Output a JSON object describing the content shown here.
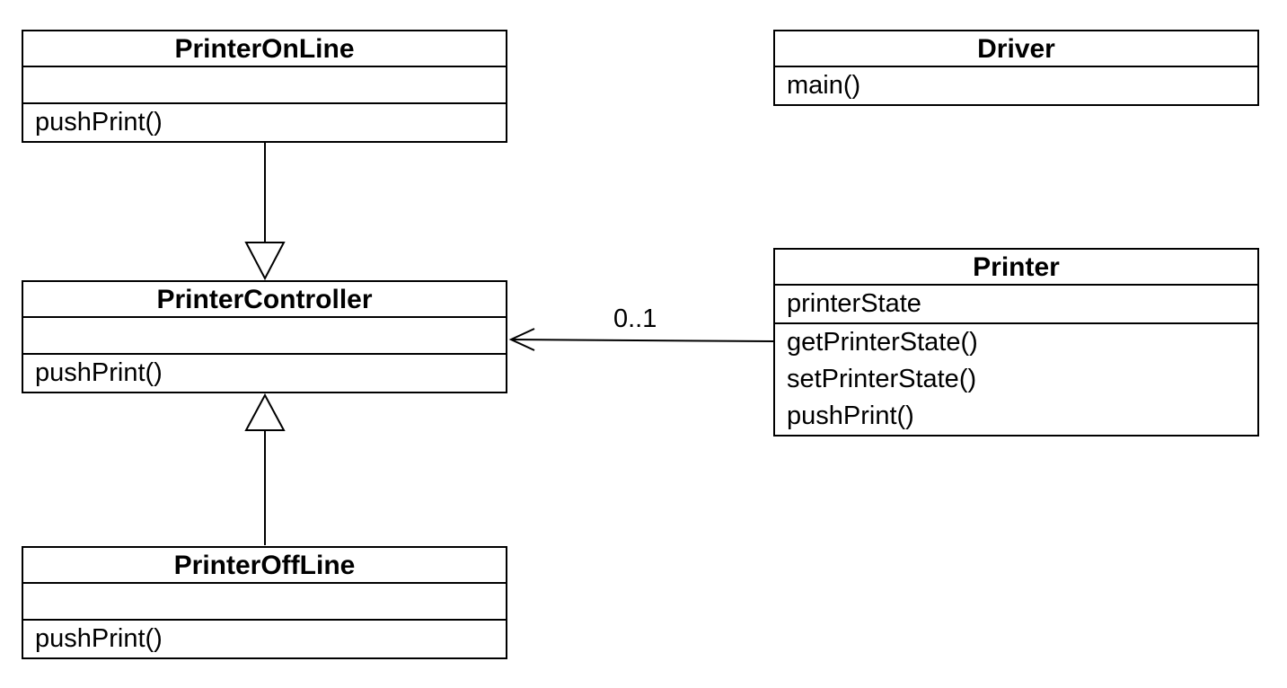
{
  "classes": {
    "printer_on_line": {
      "name": "PrinterOnLine",
      "attributes": [],
      "methods": [
        "pushPrint()"
      ]
    },
    "printer_controller": {
      "name": "PrinterController",
      "attributes": [],
      "methods": [
        "pushPrint()"
      ]
    },
    "printer_off_line": {
      "name": "PrinterOffLine",
      "attributes": [],
      "methods": [
        "pushPrint()"
      ]
    },
    "driver": {
      "name": "Driver",
      "methods": [
        "main()"
      ]
    },
    "printer": {
      "name": "Printer",
      "attributes": [
        "printerState"
      ],
      "methods": [
        "getPrinterState()",
        "setPrinterState()",
        "pushPrint()"
      ]
    }
  },
  "relations": {
    "online_to_controller": {
      "type": "generalization",
      "from": "PrinterOnLine",
      "to": "PrinterController"
    },
    "offline_to_controller": {
      "type": "generalization",
      "from": "PrinterOffLine",
      "to": "PrinterController"
    },
    "printer_to_controller": {
      "type": "association",
      "from": "Printer",
      "to": "PrinterController",
      "multiplicity": "0..1"
    }
  }
}
